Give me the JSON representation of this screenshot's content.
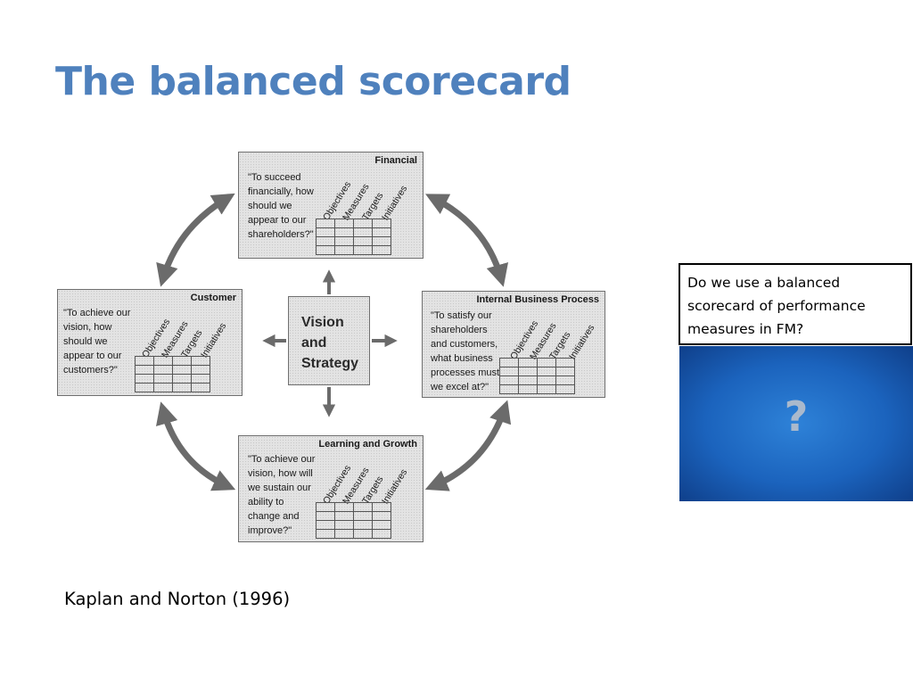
{
  "slide": {
    "title": "The balanced scorecard",
    "citation": "Kaplan and Norton (1996)"
  },
  "diagram": {
    "center_label": "Vision\nand\nStrategy",
    "column_labels": [
      "Objectives",
      "Measures",
      "Targets",
      "Initiatives"
    ],
    "panels": [
      {
        "title": "Financial",
        "question": "\"To succeed\nfinancially, how\nshould we\nappear to our\nshareholders?\""
      },
      {
        "title": "Customer",
        "question": "\"To achieve our\nvision, how\nshould we\nappear to our\ncustomers?\""
      },
      {
        "title": "Internal Business Process",
        "question": "\"To satisfy our\nshareholders\nand customers,\nwhat business\nprocesses must\nwe excel at?\""
      },
      {
        "title": "Learning and Growth",
        "question": "\"To achieve our\nvision, how will\nwe sustain our\nability to\nchange and\nimprove?\""
      }
    ],
    "arrow_color": "#6b6b6b"
  },
  "callout": {
    "question": "Do we use a balanced scorecard of performance measures in FM?",
    "icon": "question-mark-icon",
    "icon_glyph": "?",
    "background_color": "#1b63bd"
  }
}
